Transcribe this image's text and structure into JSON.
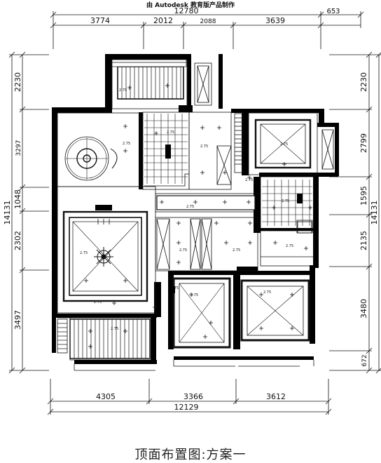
{
  "watermark": "由 Autodesk 教育版产品制作",
  "caption": "顶面布置图:方案一",
  "dims": {
    "top_total": "12780",
    "top_extra": "653",
    "top": [
      "3774",
      "2012",
      "2088",
      "3639"
    ],
    "left": [
      "2230",
      "3297",
      "1048",
      "2302",
      "3497"
    ],
    "left_total": "14131",
    "right": [
      "2230",
      "2799",
      "1595",
      "2135",
      "3480",
      "672"
    ],
    "right_total": "14131",
    "bottom": [
      "4305",
      "3366",
      "3612"
    ],
    "bottom_total": "12129"
  },
  "heights": [
    "2.75",
    "2.75",
    "2.75",
    "2.75",
    "2.75",
    "2.75",
    "2.75",
    "2.75",
    "2.75",
    "2.75",
    "2.75",
    "2.75",
    "2.75",
    "2.75",
    "2.75",
    "2.75",
    "2.75"
  ],
  "icons": [
    "dimension-line",
    "ceiling-light-icon",
    "downlight-icon",
    "chandelier-icon",
    "cabinet-cross-icon"
  ]
}
